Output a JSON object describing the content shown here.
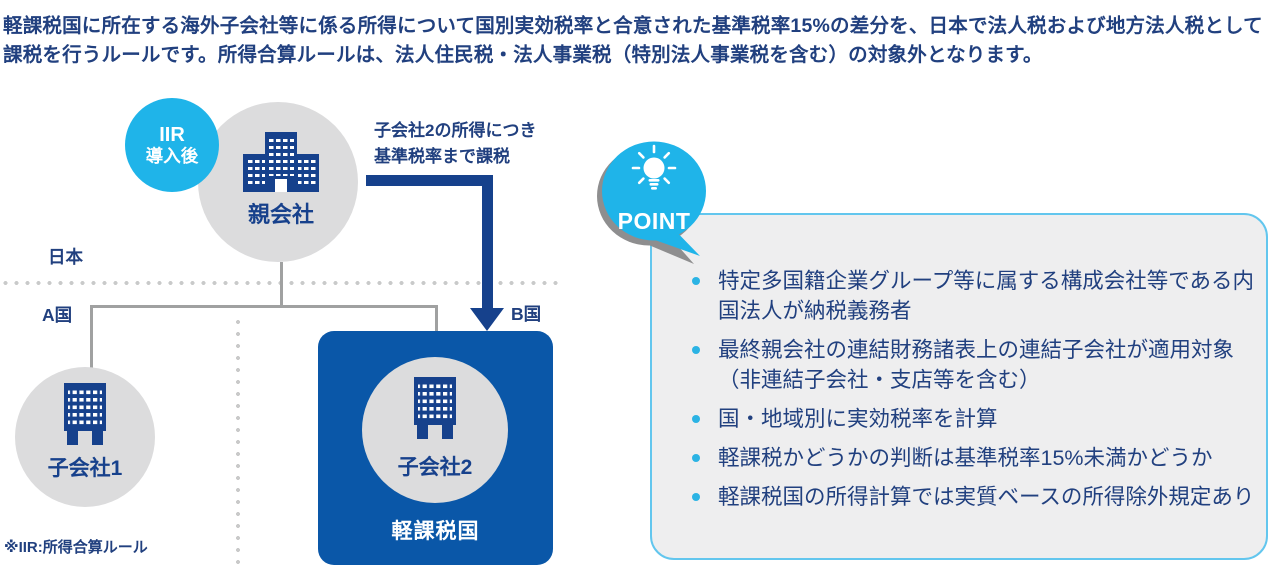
{
  "intro": {
    "lines": [
      "軽課税国に所在する海外子会社等に係る所得について国別実効税率と合意された基準税率15%の差分を、日本で法人税および地方法人税として",
      "課税を行うルールです。所得合算ルールは、法人住民税・法人事業税（特別法人事業税を含む）の対象外となります。"
    ]
  },
  "diagram": {
    "iir_badge": {
      "line1": "IIR",
      "line2": "導入後"
    },
    "parent_company": {
      "label": "親会社"
    },
    "tax_annotation": {
      "line1": "子会社2の所得につき",
      "line2": "基準税率まで課税"
    },
    "region_japan": "日本",
    "region_a": "A国",
    "region_b": "B国",
    "subsidiary1": {
      "label": "子会社1"
    },
    "subsidiary2": {
      "label": "子会社2"
    },
    "low_tax_country_label": "軽課税国",
    "footnote": "※IIR:所得合算ルール"
  },
  "point": {
    "badge_label": "POINT",
    "bullets": [
      [
        "特定多国籍企業グループ等に属する構成会社等である内",
        "国法人が納税義務者"
      ],
      [
        "最終親会社の連結財務諸表上の連結子会社が適用対象",
        "（非連結子会社・支店等を含む）"
      ],
      [
        "国・地域別に実効税率を計算"
      ],
      [
        "軽課税かどうかの判断は基準税率15%未満かどうか"
      ],
      [
        "軽課税国の所得計算では実質ベースの所得除外規定あり"
      ]
    ]
  },
  "colors": {
    "accent_cyan": "#1fb4e9",
    "deep_blue": "#0a57a8",
    "navy_text": "#21407f",
    "icon_navy": "#16418c",
    "circle_gray": "#dcdcdd",
    "line_gray": "#a0a1a1",
    "dot_gray": "#c9caca",
    "point_box_bg": "#eeeeef",
    "point_box_border": "#62c6ee",
    "badge_shadow": "#8e8e8f"
  }
}
